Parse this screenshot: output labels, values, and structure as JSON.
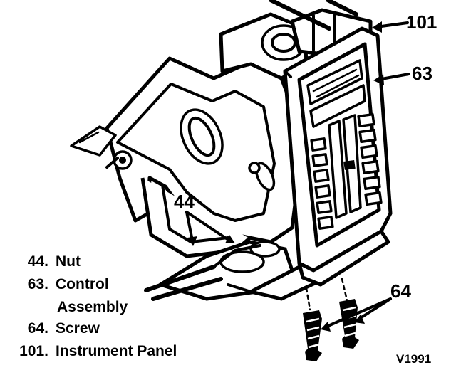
{
  "callouts": {
    "c101": "101",
    "c63": "63",
    "c44": "44",
    "c64": "64"
  },
  "legend": [
    {
      "num": "44.",
      "text": "Nut"
    },
    {
      "num": "63.",
      "text": "Control"
    },
    {
      "num": "",
      "text": "Assembly"
    },
    {
      "num": "64.",
      "text": "Screw"
    },
    {
      "num": "101.",
      "text": "Instrument Panel"
    }
  ],
  "figure_id": "V1991"
}
